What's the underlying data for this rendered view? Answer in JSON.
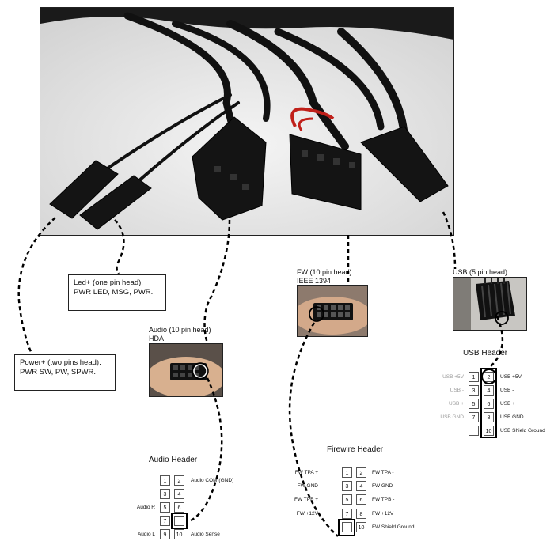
{
  "callouts": {
    "led": [
      "Led+ (one pin head).",
      "PWR LED, MSG, PWR."
    ],
    "power": [
      "Power+ (two pins head).",
      "PWR SW, PW, SPWR."
    ],
    "audio_cap": [
      "Audio (10 pin head)",
      "HDA"
    ],
    "fw_cap": [
      "FW (10 pin head)",
      "IEEE 1394"
    ],
    "usb_cap": [
      "USB (5 pin head)"
    ]
  },
  "headers": {
    "usb": {
      "title": "USB Header",
      "left": [
        "USB +5V",
        "USB -",
        "USB +",
        "USB GND",
        ""
      ],
      "right": [
        "USB +5V",
        "USB -",
        "USB +",
        "USB GND",
        "USB Shield Ground"
      ],
      "pins_left": [
        "1",
        "3",
        "5",
        "7",
        ""
      ],
      "pins_right": [
        "2",
        "4",
        "6",
        "8",
        "10"
      ]
    },
    "audio": {
      "title": "Audio Header",
      "left": [
        "",
        "",
        "Audio R",
        "",
        "Audio L"
      ],
      "right": [
        "Audio COM (GND)",
        "",
        "",
        "",
        "Audio Sense"
      ],
      "pins_left": [
        "1",
        "3",
        "5",
        "7",
        "9"
      ],
      "pins_right": [
        "2",
        "4",
        "6",
        "",
        "10"
      ]
    },
    "firewire": {
      "title": "Firewire Header",
      "left": [
        "FW TPA +",
        "FW GND",
        "FW TPB +",
        "FW +12V",
        ""
      ],
      "right": [
        "FW TPA -",
        "FW GND",
        "FW TPB -",
        "FW +12V",
        "FW Shield Ground"
      ],
      "pins_left": [
        "1",
        "3",
        "5",
        "7",
        ""
      ],
      "pins_right": [
        "2",
        "4",
        "6",
        "8",
        "10"
      ]
    }
  },
  "colors": {
    "line": "#000000",
    "cable": "#111111",
    "wire_red": "#c0201a"
  }
}
